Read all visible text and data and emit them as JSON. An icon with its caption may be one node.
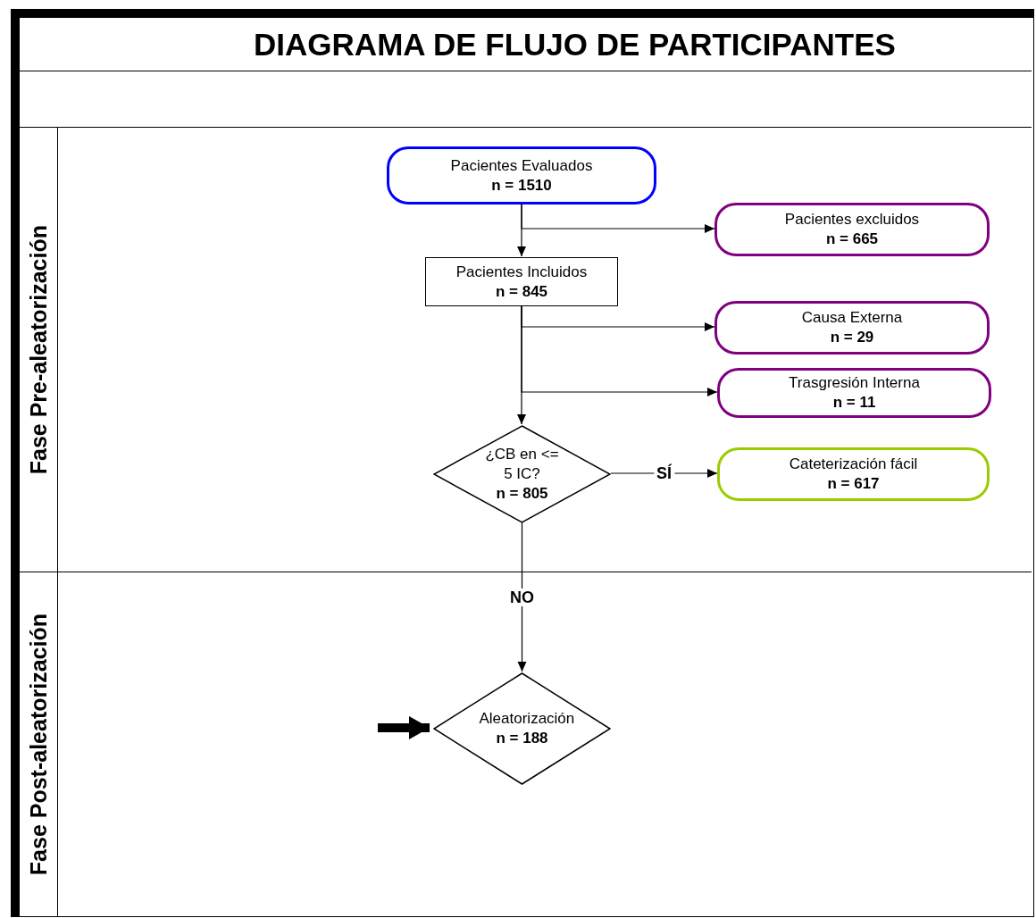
{
  "diagram": {
    "title": "DIAGRAMA DE FLUJO DE PARTICIPANTES",
    "nodes": [
      {
        "text": [
          "Fase Pre-aleatorización"
        ]
      },
      {
        "text": [
          "Pacientes Evaluados",
          "n = 1510"
        ],
        "in": 0
      },
      {
        "text": [
          "Pacientes excluidos",
          "n = 665"
        ],
        "in": 0
      },
      {
        "text": [
          "Pacientes Incluidos",
          "n = 845"
        ],
        "in": 0
      },
      {
        "text": [
          "Causa Externa",
          "n = 29"
        ],
        "in": 0
      },
      {
        "text": [
          "Trasgresión Interna",
          "n = 11"
        ],
        "in": 0
      },
      {
        "text": [
          "¿CB en <= 5 IC?",
          "n = 805"
        ],
        "in": 0
      },
      {
        "text": [
          "Cateterización fácil",
          "n = 617"
        ],
        "in": 0
      },
      {
        "text": [
          "Fase Post-aleatorización"
        ]
      },
      {
        "text": [
          "Aleatorización",
          "n = 188"
        ],
        "in": 8
      }
    ],
    "edges": [
      {
        "from": 1,
        "to": 3,
        "arrow": "to"
      },
      {
        "from": 1,
        "to": 2,
        "arrow": "to"
      },
      {
        "from": 3,
        "to": 4,
        "arrow": "to"
      },
      {
        "from": 3,
        "to": 5,
        "arrow": "to"
      },
      {
        "from": 3,
        "to": 6,
        "arrow": "to"
      },
      {
        "from": 6,
        "to": 7,
        "arrow": "to",
        "label": "SÍ"
      },
      {
        "from": 6,
        "to": 9,
        "arrow": "to",
        "label": "NO"
      },
      {
        "from": null,
        "to": 9,
        "arrow": "to",
        "style": "thick"
      }
    ]
  }
}
